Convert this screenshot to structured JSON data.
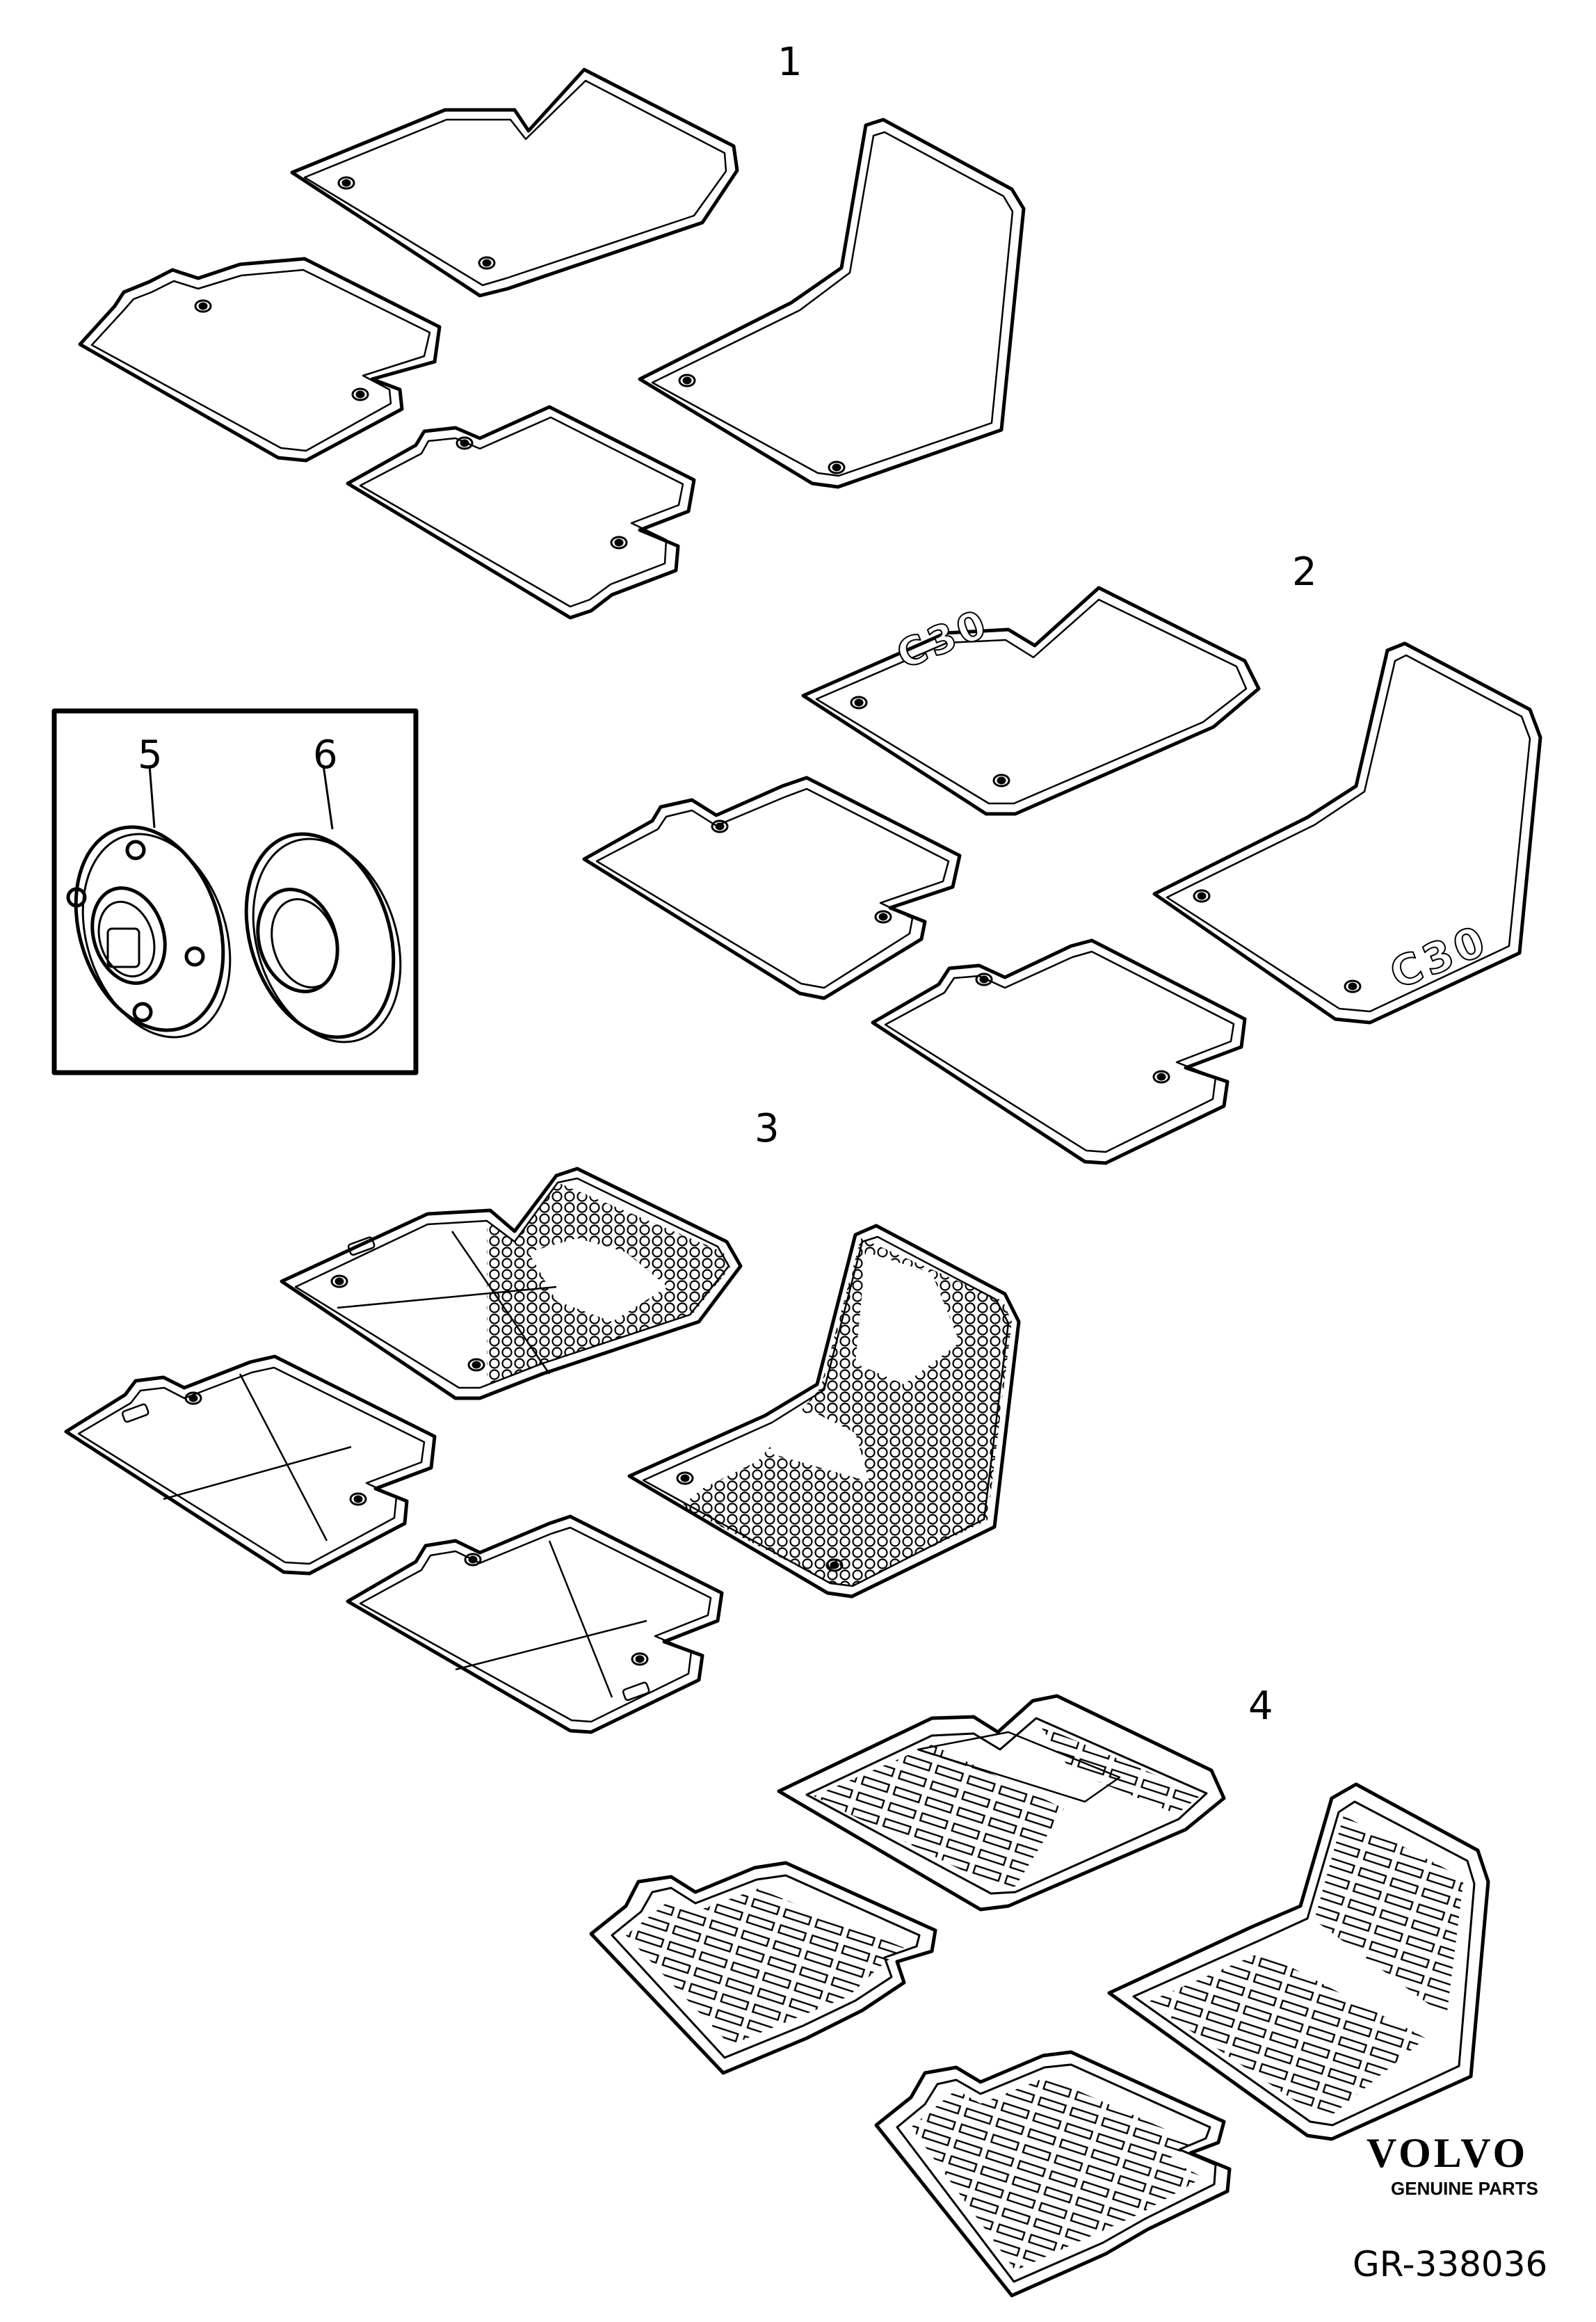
{
  "callouts": {
    "c1": "1",
    "c2": "2",
    "c3": "3",
    "c4": "4",
    "c5": "5",
    "c6": "6"
  },
  "logo": {
    "brand": "VOLVO",
    "subtitle": "GENUINE PARTS"
  },
  "reference": "GR-338036",
  "mat_text": {
    "front_logo": "C30",
    "rear_logo": "C30"
  },
  "colors": {
    "line": "#000000",
    "background": "#ffffff"
  }
}
